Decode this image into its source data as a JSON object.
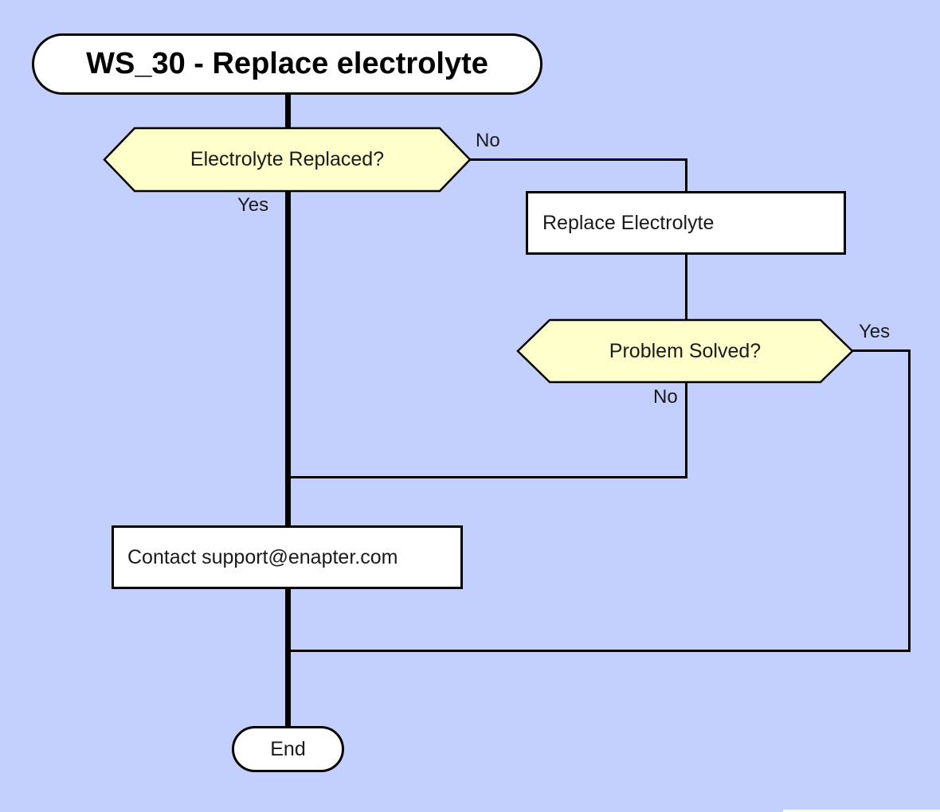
{
  "diagram": {
    "type": "flowchart",
    "title": "WS_30 - Replace electrolyte",
    "nodes": {
      "start": {
        "label": "WS_30 - Replace electrolyte",
        "shape": "terminator"
      },
      "decision_electrolyte": {
        "label": "Electrolyte Replaced?",
        "shape": "decision",
        "branch_no": "No",
        "branch_yes": "Yes"
      },
      "process_replace": {
        "label": "Replace Electrolyte",
        "shape": "process"
      },
      "decision_solved": {
        "label": "Problem Solved?",
        "shape": "decision",
        "branch_yes": "Yes",
        "branch_no": "No"
      },
      "process_contact": {
        "label": "Contact support@enapter.com",
        "shape": "process"
      },
      "end": {
        "label": "End",
        "shape": "terminator"
      }
    },
    "colors": {
      "background": "#c3cffc",
      "decision_fill": "#ffffcc",
      "process_fill": "#ffffff",
      "terminator_fill": "#ffffff",
      "line": "#000000",
      "text": "#1a1a1a"
    }
  }
}
